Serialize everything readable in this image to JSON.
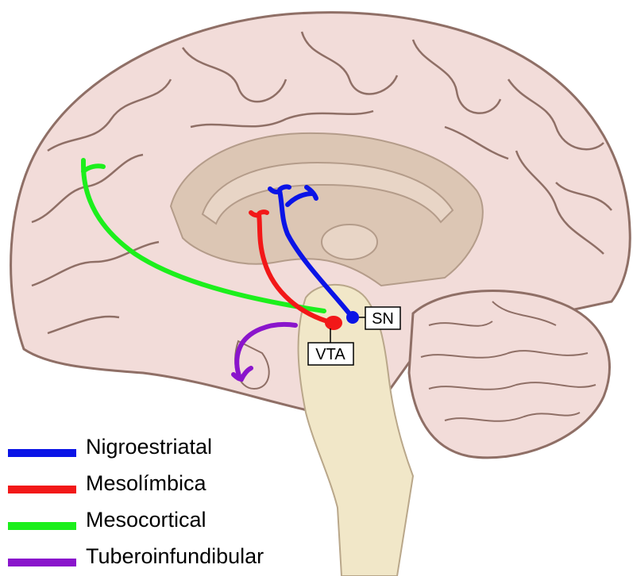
{
  "labels": {
    "sn": "SN",
    "vta": "VTA"
  },
  "legend": [
    {
      "label": "Nigroestriatal",
      "color": "#0a14e6",
      "pathway": "nigrostriatal"
    },
    {
      "label": "Mesolímbica",
      "color": "#f21818",
      "pathway": "mesolimbic"
    },
    {
      "label": "Mesocortical",
      "color": "#1cef1c",
      "pathway": "mesocortical"
    },
    {
      "label": "Tuberoinfundibular",
      "color": "#8a15cc",
      "pathway": "tuberoinfundibular"
    }
  ],
  "colors": {
    "cortex": "#f2dcd9",
    "cortex_outline": "#8f6f66",
    "inner": "#dcc6b4",
    "brainstem": "#f1e7c8",
    "brainstem_outline": "#b9a78a"
  }
}
